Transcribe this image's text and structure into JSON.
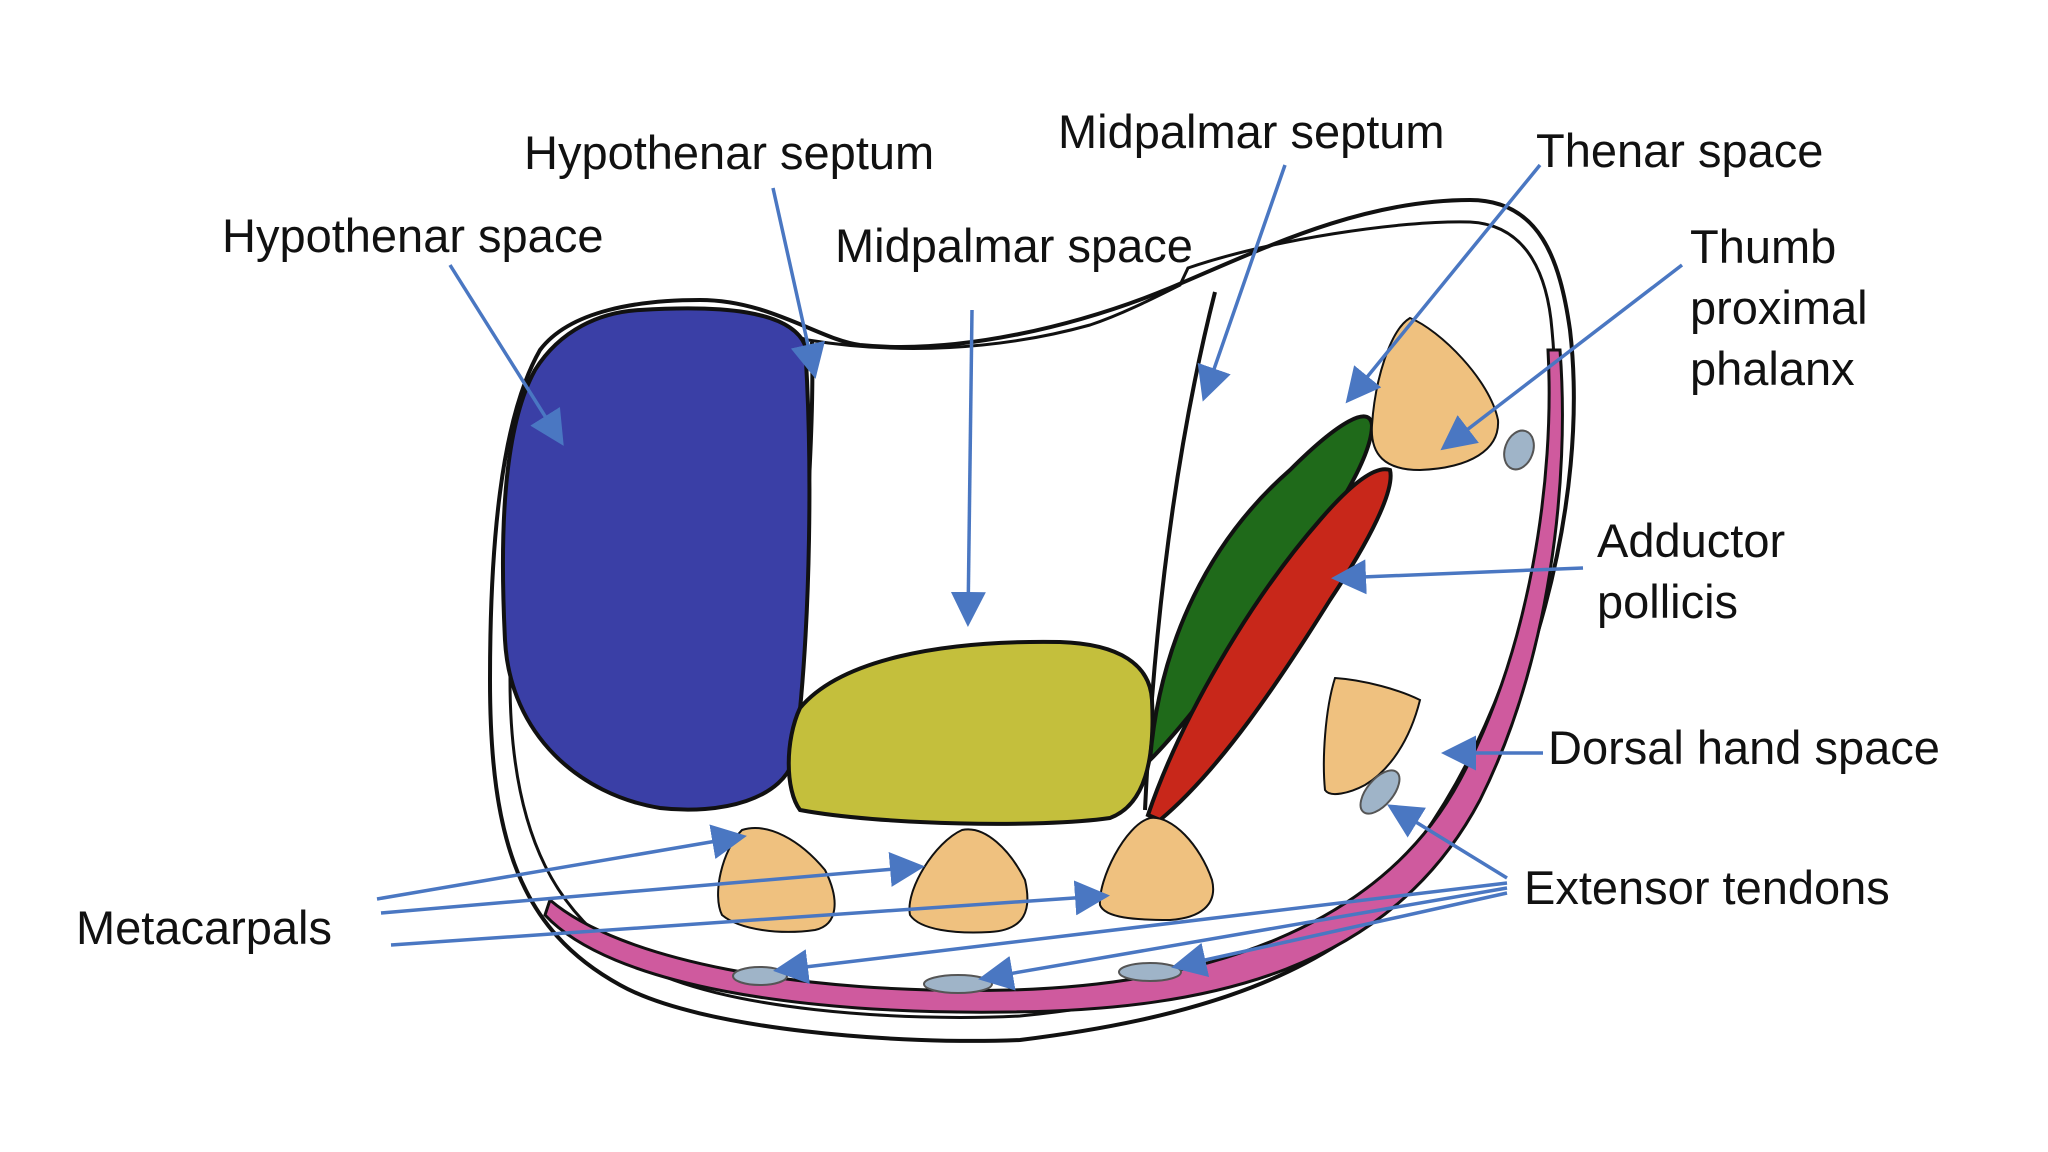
{
  "labels": {
    "hypothenar_septum": "Hypothenar septum",
    "midpalmar_septum": "Midpalmar septum",
    "thenar_space": "Thenar space",
    "hypothenar_space": "Hypothenar space",
    "midpalmar_space": "Midpalmar space",
    "thumb_proximal_phalanx": [
      "Thumb",
      "proximal",
      "phalanx"
    ],
    "adductor_pollicis": [
      "Adductor",
      "pollicis"
    ],
    "dorsal_hand_space": "Dorsal hand space",
    "extensor_tendons": "Extensor tendons",
    "metacarpals": "Metacarpals"
  },
  "colors": {
    "hypothenar_space": "#3a3fa6",
    "midpalmar_space": "#c4bf3c",
    "thenar_space": "#1f6a1a",
    "adductor_pollicis": "#c8271a",
    "bone": "#efc17f",
    "dorsal_hand_space": "#cf5a9e",
    "extensor_tendon": "#9fb4c8",
    "arrow": "#4a77c2",
    "outline": "#111111"
  }
}
